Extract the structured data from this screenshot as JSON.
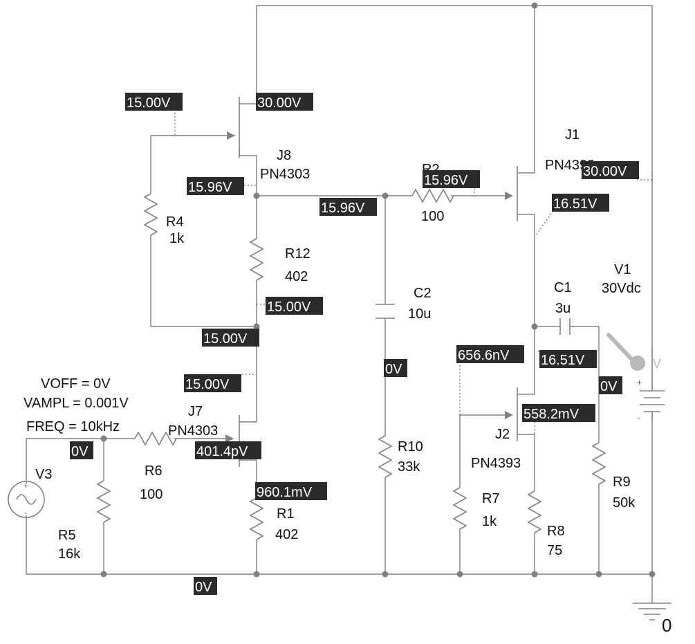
{
  "colors": {
    "wire": "#808080",
    "label_bg": "#2b2b2b",
    "label_text": "#ffffff",
    "text": "#111111"
  },
  "components": {
    "J8": {
      "ref": "J8",
      "model": "PN4303"
    },
    "J7": {
      "ref": "J7",
      "model": "PN4303"
    },
    "J1": {
      "ref": "J1",
      "model": "PN4393"
    },
    "J2": {
      "ref": "J2",
      "model": "PN4393"
    },
    "R1": {
      "ref": "R1",
      "value": "402"
    },
    "R2": {
      "ref": "R2",
      "value": "100"
    },
    "R4": {
      "ref": "R4",
      "value": "1k"
    },
    "R5": {
      "ref": "R5",
      "value": "16k"
    },
    "R6": {
      "ref": "R6",
      "value": "100"
    },
    "R7": {
      "ref": "R7",
      "value": "1k"
    },
    "R8": {
      "ref": "R8",
      "value": "75"
    },
    "R9": {
      "ref": "R9",
      "value": "50k"
    },
    "R10": {
      "ref": "R10",
      "value": "33k"
    },
    "R12": {
      "ref": "R12",
      "value": "402"
    },
    "C1": {
      "ref": "C1",
      "value": "3u"
    },
    "C2": {
      "ref": "C2",
      "value": "10u"
    },
    "V1": {
      "ref": "V1",
      "value": "30Vdc"
    },
    "V3": {
      "ref": "V3",
      "voff": "VOFF = 0V",
      "vampl": "VAMPL = 0.001V",
      "freq": "FREQ = 10kHz"
    },
    "ground": {
      "label": "0"
    },
    "probe": {
      "label": "V"
    }
  },
  "voltages": {
    "j8_gate": "15.00V",
    "j8_drain": "30.00V",
    "j8_source": "15.96V",
    "node_mid": "15.96V",
    "j1_gate": "15.96V",
    "j1_drain": "30.00V",
    "j1_source": "16.51V",
    "r12_bottom": "15.00V",
    "r12_node": "15.00V",
    "j7_drain": "15.00V",
    "j7_gate": "401.4pV",
    "j7_source": "960.1mV",
    "in_node": "0V",
    "gnd": "0V",
    "c2_bottom": "0V",
    "j2_gate": "656.6nV",
    "j2_drain": "16.51V",
    "j2_source": "558.2mV",
    "r9_top": "0V"
  }
}
